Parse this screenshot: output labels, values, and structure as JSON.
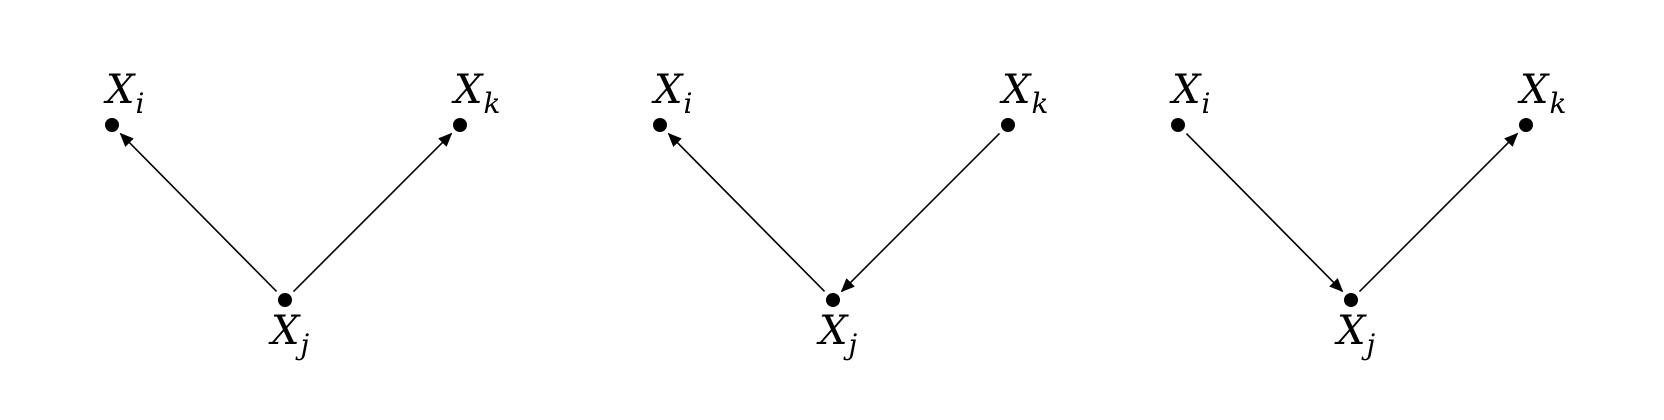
{
  "colors": {
    "stroke": "#000000",
    "background": "#ffffff"
  },
  "diagrams": [
    {
      "nodes": [
        {
          "id": "i",
          "label": {
            "main": "X",
            "sub": "i"
          }
        },
        {
          "id": "k",
          "label": {
            "main": "X",
            "sub": "k"
          }
        },
        {
          "id": "j",
          "label": {
            "main": "X",
            "sub": "j"
          }
        }
      ],
      "edges": [
        {
          "from": "j",
          "to": "i"
        },
        {
          "from": "j",
          "to": "k"
        }
      ]
    },
    {
      "nodes": [
        {
          "id": "i",
          "label": {
            "main": "X",
            "sub": "i"
          }
        },
        {
          "id": "k",
          "label": {
            "main": "X",
            "sub": "k"
          }
        },
        {
          "id": "j",
          "label": {
            "main": "X",
            "sub": "j"
          }
        }
      ],
      "edges": [
        {
          "from": "j",
          "to": "i"
        },
        {
          "from": "k",
          "to": "j"
        }
      ]
    },
    {
      "nodes": [
        {
          "id": "i",
          "label": {
            "main": "X",
            "sub": "i"
          }
        },
        {
          "id": "k",
          "label": {
            "main": "X",
            "sub": "k"
          }
        },
        {
          "id": "j",
          "label": {
            "main": "X",
            "sub": "j"
          }
        }
      ],
      "edges": [
        {
          "from": "i",
          "to": "j"
        },
        {
          "from": "j",
          "to": "k"
        }
      ]
    }
  ]
}
